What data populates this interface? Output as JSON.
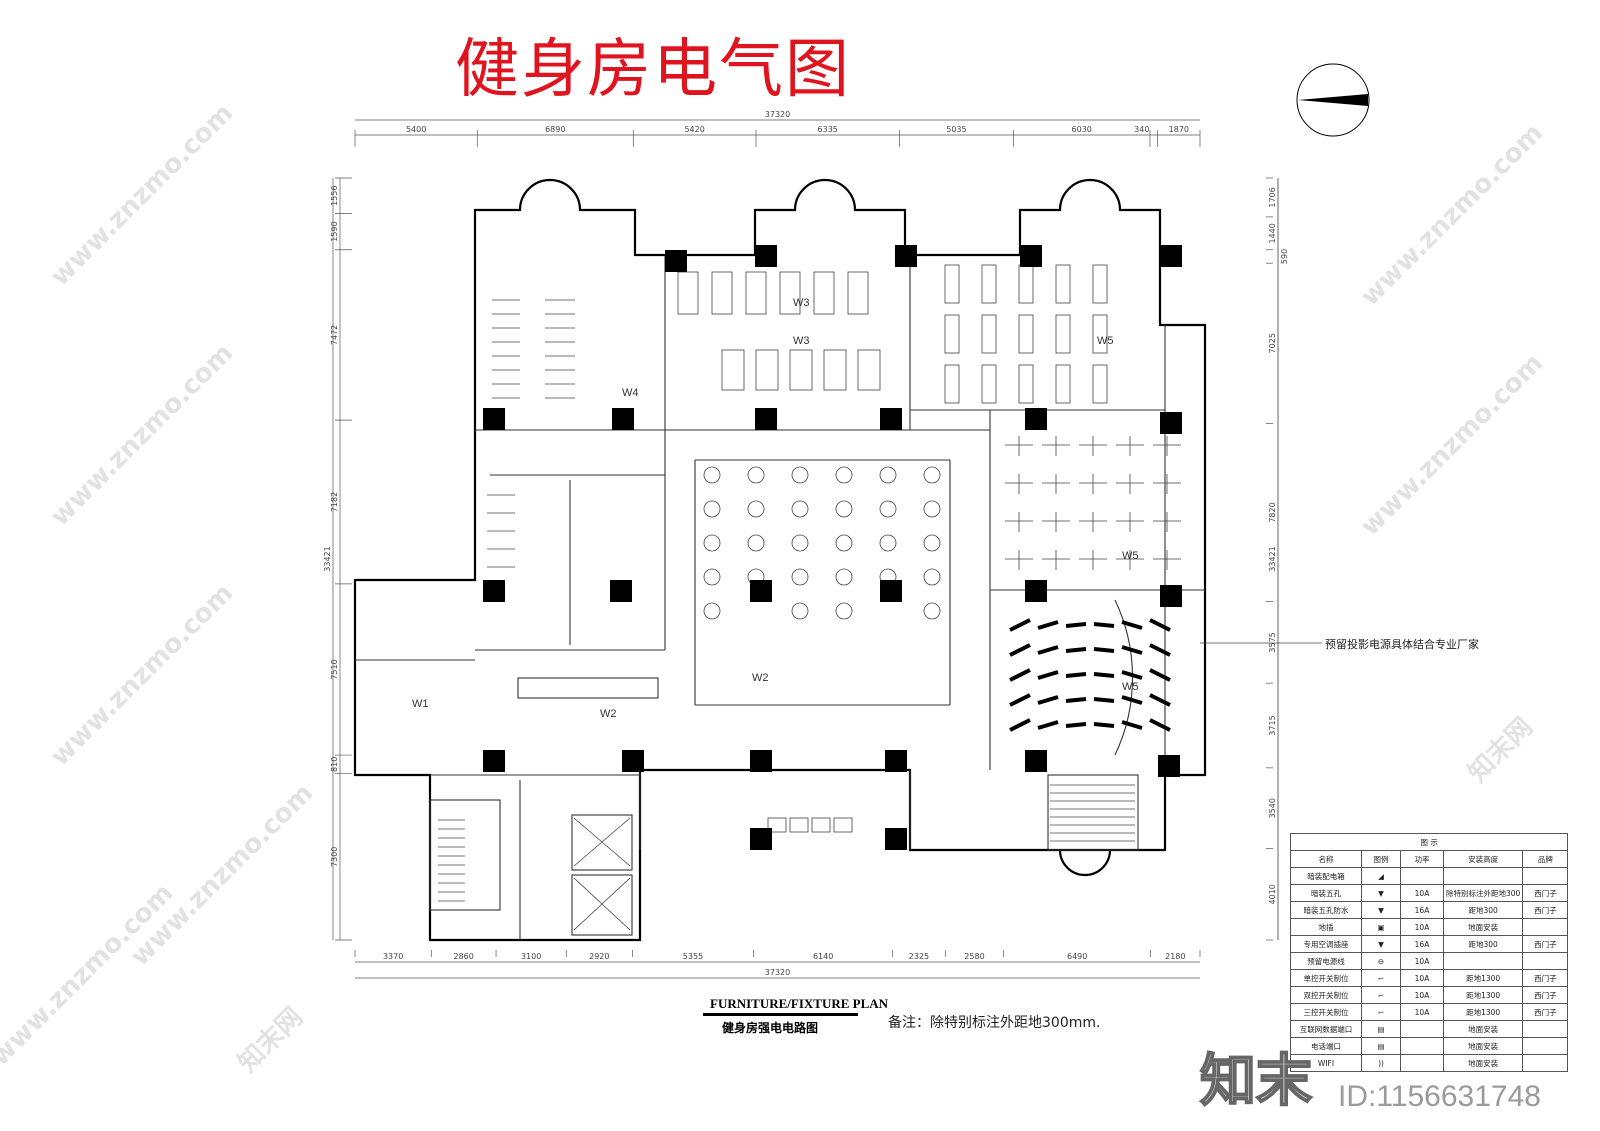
{
  "title": "健身房电气图",
  "caption_en": "FURNITURE/FIXTURE PLAN",
  "caption_cn": "健身房强电电路图",
  "note": "备注：除特别标注外距地300mm.",
  "annotation": "预留投影电源具体结合专业厂家",
  "dimensions": {
    "top_total": "37320",
    "top": [
      "5400",
      "6890",
      "5420",
      "6335",
      "5035",
      "6030",
      "340",
      "1870"
    ],
    "bottom_total": "37320",
    "bottom": [
      "3370",
      "2860",
      "3100",
      "2920",
      "5355",
      "6140",
      "2325",
      "2580",
      "6490",
      "2180"
    ],
    "left_total": "33421",
    "left": [
      "1556",
      "1590",
      "7472",
      "7182",
      "7510",
      "810",
      "7300"
    ],
    "right_total": "33421",
    "right": [
      "1706",
      "1440",
      "590",
      "7025",
      "7820",
      "3575",
      "3715",
      "3540",
      "4010"
    ]
  },
  "circuits": [
    "W3",
    "W3",
    "W4",
    "W5",
    "W5",
    "W5",
    "W2",
    "W2",
    "W1"
  ],
  "legend": {
    "title": "图 示",
    "headers": [
      "名称",
      "图例",
      "功率",
      "安装高度",
      "品牌"
    ],
    "rows": [
      {
        "name": "暗装配电箱",
        "power": "",
        "height": "",
        "brand": ""
      },
      {
        "name": "暗装五孔",
        "power": "10A",
        "height": "除特别标注外距地300",
        "brand": "西门子"
      },
      {
        "name": "暗装五孔防水",
        "power": "16A",
        "height": "距地300",
        "brand": "西门子"
      },
      {
        "name": "地插",
        "power": "10A",
        "height": "地面安装",
        "brand": ""
      },
      {
        "name": "专用空调插座",
        "power": "16A",
        "height": "距地300",
        "brand": "西门子"
      },
      {
        "name": "预留电源线",
        "power": "10A",
        "height": "",
        "brand": ""
      },
      {
        "name": "单控开关制位",
        "power": "10A",
        "height": "距地1300",
        "brand": "西门子"
      },
      {
        "name": "双控开关制位",
        "power": "10A",
        "height": "距地1300",
        "brand": "西门子"
      },
      {
        "name": "三控开关制位",
        "power": "10A",
        "height": "距地1300",
        "brand": "西门子"
      },
      {
        "name": "互联网数据端口",
        "power": "",
        "height": "地面安装",
        "brand": ""
      },
      {
        "name": "电话端口",
        "power": "",
        "height": "地面安装",
        "brand": ""
      },
      {
        "name": "WIFI",
        "power": "",
        "height": "地面安装",
        "brand": ""
      }
    ]
  },
  "watermark": "www.znzmo.com",
  "watermark_brand": "知末网",
  "logo": "知末",
  "id_text": "ID:1156631748"
}
